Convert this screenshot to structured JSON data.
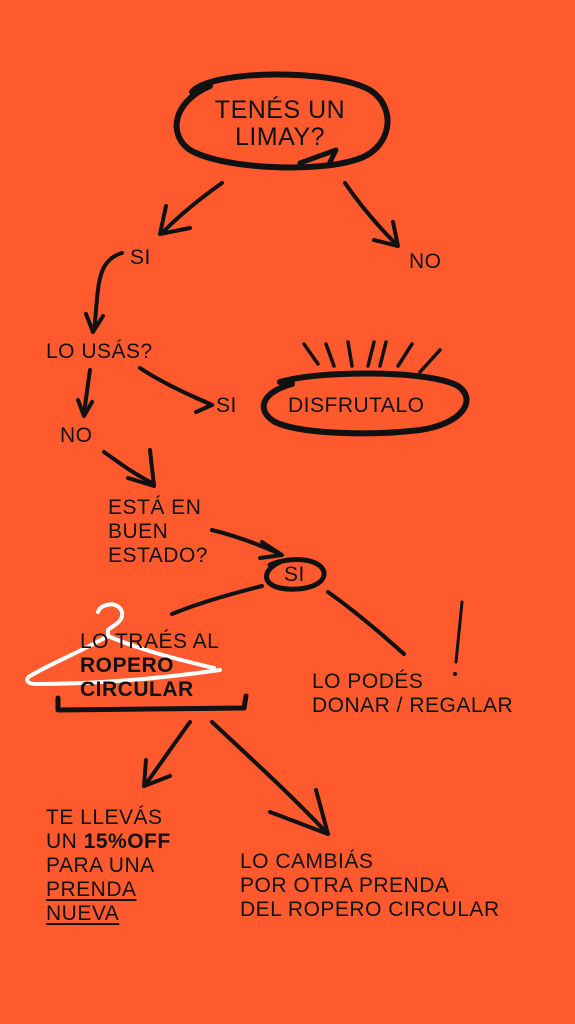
{
  "colors": {
    "background": "#FF5A2E",
    "ink": "#111111",
    "hanger": "#FFFFFF"
  },
  "icons": {
    "hanger": "hanger-icon",
    "sparkle": "sparkle-rays-icon",
    "exclamation": "exclamation-mark-icon"
  },
  "nodes": {
    "question": {
      "line1": "TENÉS UN",
      "line2": "LIMAY?"
    },
    "top_si": "SI",
    "top_no": "NO",
    "lo_usas": "LO USÁS?",
    "usas_si": "SI",
    "disfrutalo": "DISFRUTALO",
    "usas_no": "NO",
    "estado": {
      "line1": "ESTÁ EN",
      "line2": "BUEN",
      "line3": "ESTADO?"
    },
    "estado_si": "SI",
    "traes": {
      "line1": "LO TRAÉS AL",
      "line2": "ROPERO",
      "line3": "CIRCULAR"
    },
    "donar": {
      "line1": "LO PODÉS",
      "line2": "DONAR / REGALAR"
    },
    "descuento": {
      "line1": "TE LLEVÁS",
      "line2_prefix": "UN ",
      "line2_bold": "15%OFF",
      "line3": "PARA UNA",
      "line4": "PRENDA",
      "line5": "NUEVA"
    },
    "cambias": {
      "line1": "LO CAMBIÁS",
      "line2": "POR OTRA PRENDA",
      "line3": "DEL ROPERO CIRCULAR"
    }
  }
}
